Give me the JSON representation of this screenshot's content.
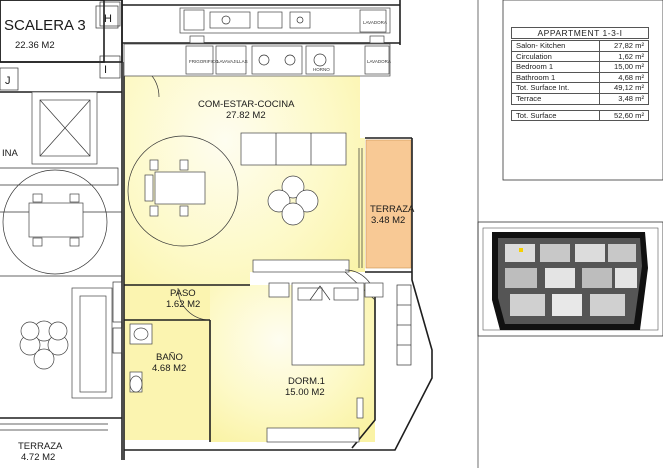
{
  "rooms": {
    "escalera": {
      "name": "SCALERA 3",
      "area": "22.36 M2"
    },
    "salon": {
      "name": "COM-ESTAR-COCINA",
      "area": "27.82 M2"
    },
    "terraza_right": {
      "name": "TERRAZA",
      "area": "3.48 M2"
    },
    "paso": {
      "name": "PASO",
      "area": "1.62 M2"
    },
    "bano": {
      "name": "BAÑO",
      "area": "4.68 M2"
    },
    "dormitorio": {
      "name": "DORM.1",
      "area": "15.00 M2"
    },
    "terraza_bottom": {
      "name": "TERRAZA",
      "area": "4.72 M2"
    },
    "cocina_fragment": "INA"
  },
  "keys": {
    "h": "H",
    "i": "I",
    "j": "J"
  },
  "appliances": {
    "top_box": "LAVADORA",
    "frigorifico": "FRIGORIFICO",
    "lavavajillas": "LAVAVAJILLAS",
    "horno": "HORNO",
    "lavadora": "LAVADORA"
  },
  "table": {
    "title": "APPARTMENT 1-3-I",
    "rows": [
      {
        "label": "Salon- Kitchen",
        "value": "27,82 m²"
      },
      {
        "label": "Circulation",
        "value": "1,62 m²"
      },
      {
        "label": "Bedroom 1",
        "value": "15,00 m²"
      },
      {
        "label": "Bathroom 1",
        "value": "4,68 m²"
      },
      {
        "label": "Tot. Surface Int.",
        "value": "49,12 m²"
      },
      {
        "label": "Terrace",
        "value": "3,48 m²"
      },
      {
        "label": "Tot. Surface",
        "value": "52,60 m²"
      }
    ]
  },
  "colors": {
    "living_fill": "#fdfbc9",
    "terrace_fill": "#f8c995",
    "wall": "#1e1e1e"
  }
}
